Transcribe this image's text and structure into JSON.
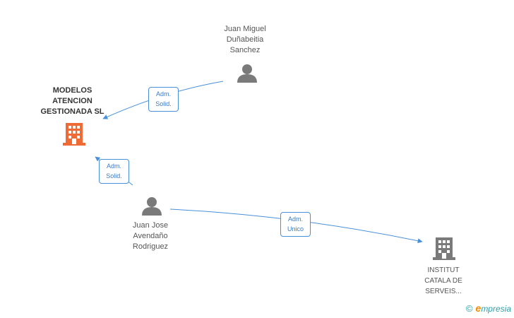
{
  "nodes": {
    "company_main": {
      "lines": [
        "MODELOS",
        "ATENCION",
        "GESTIONADA SL"
      ],
      "icon": "building-icon",
      "color": "#f06a35"
    },
    "person_1": {
      "lines": [
        "Juan Miguel",
        "Duñabeitia",
        "Sanchez"
      ],
      "icon": "person-icon",
      "color": "#7a7a7a"
    },
    "person_2": {
      "lines": [
        "Juan Jose",
        "Avendaño",
        "Rodriguez"
      ],
      "icon": "person-icon",
      "color": "#7a7a7a"
    },
    "company_2": {
      "lines": [
        "INSTITUT",
        "CATALA DE",
        "SERVEIS..."
      ],
      "icon": "building-icon",
      "color": "#7a7a7a"
    }
  },
  "edges": [
    {
      "from": "person_1",
      "to": "company_main",
      "label": [
        "Adm.",
        "Solid."
      ]
    },
    {
      "from": "person_2",
      "to": "company_main",
      "label": [
        "Adm.",
        "Solid."
      ]
    },
    {
      "from": "person_2",
      "to": "company_2",
      "label": [
        "Adm.",
        "Unico"
      ]
    }
  ],
  "colors": {
    "edge": "#4a90d9"
  },
  "brand": {
    "copyright": "©",
    "name_first": "e",
    "name_rest": "mpresia"
  }
}
